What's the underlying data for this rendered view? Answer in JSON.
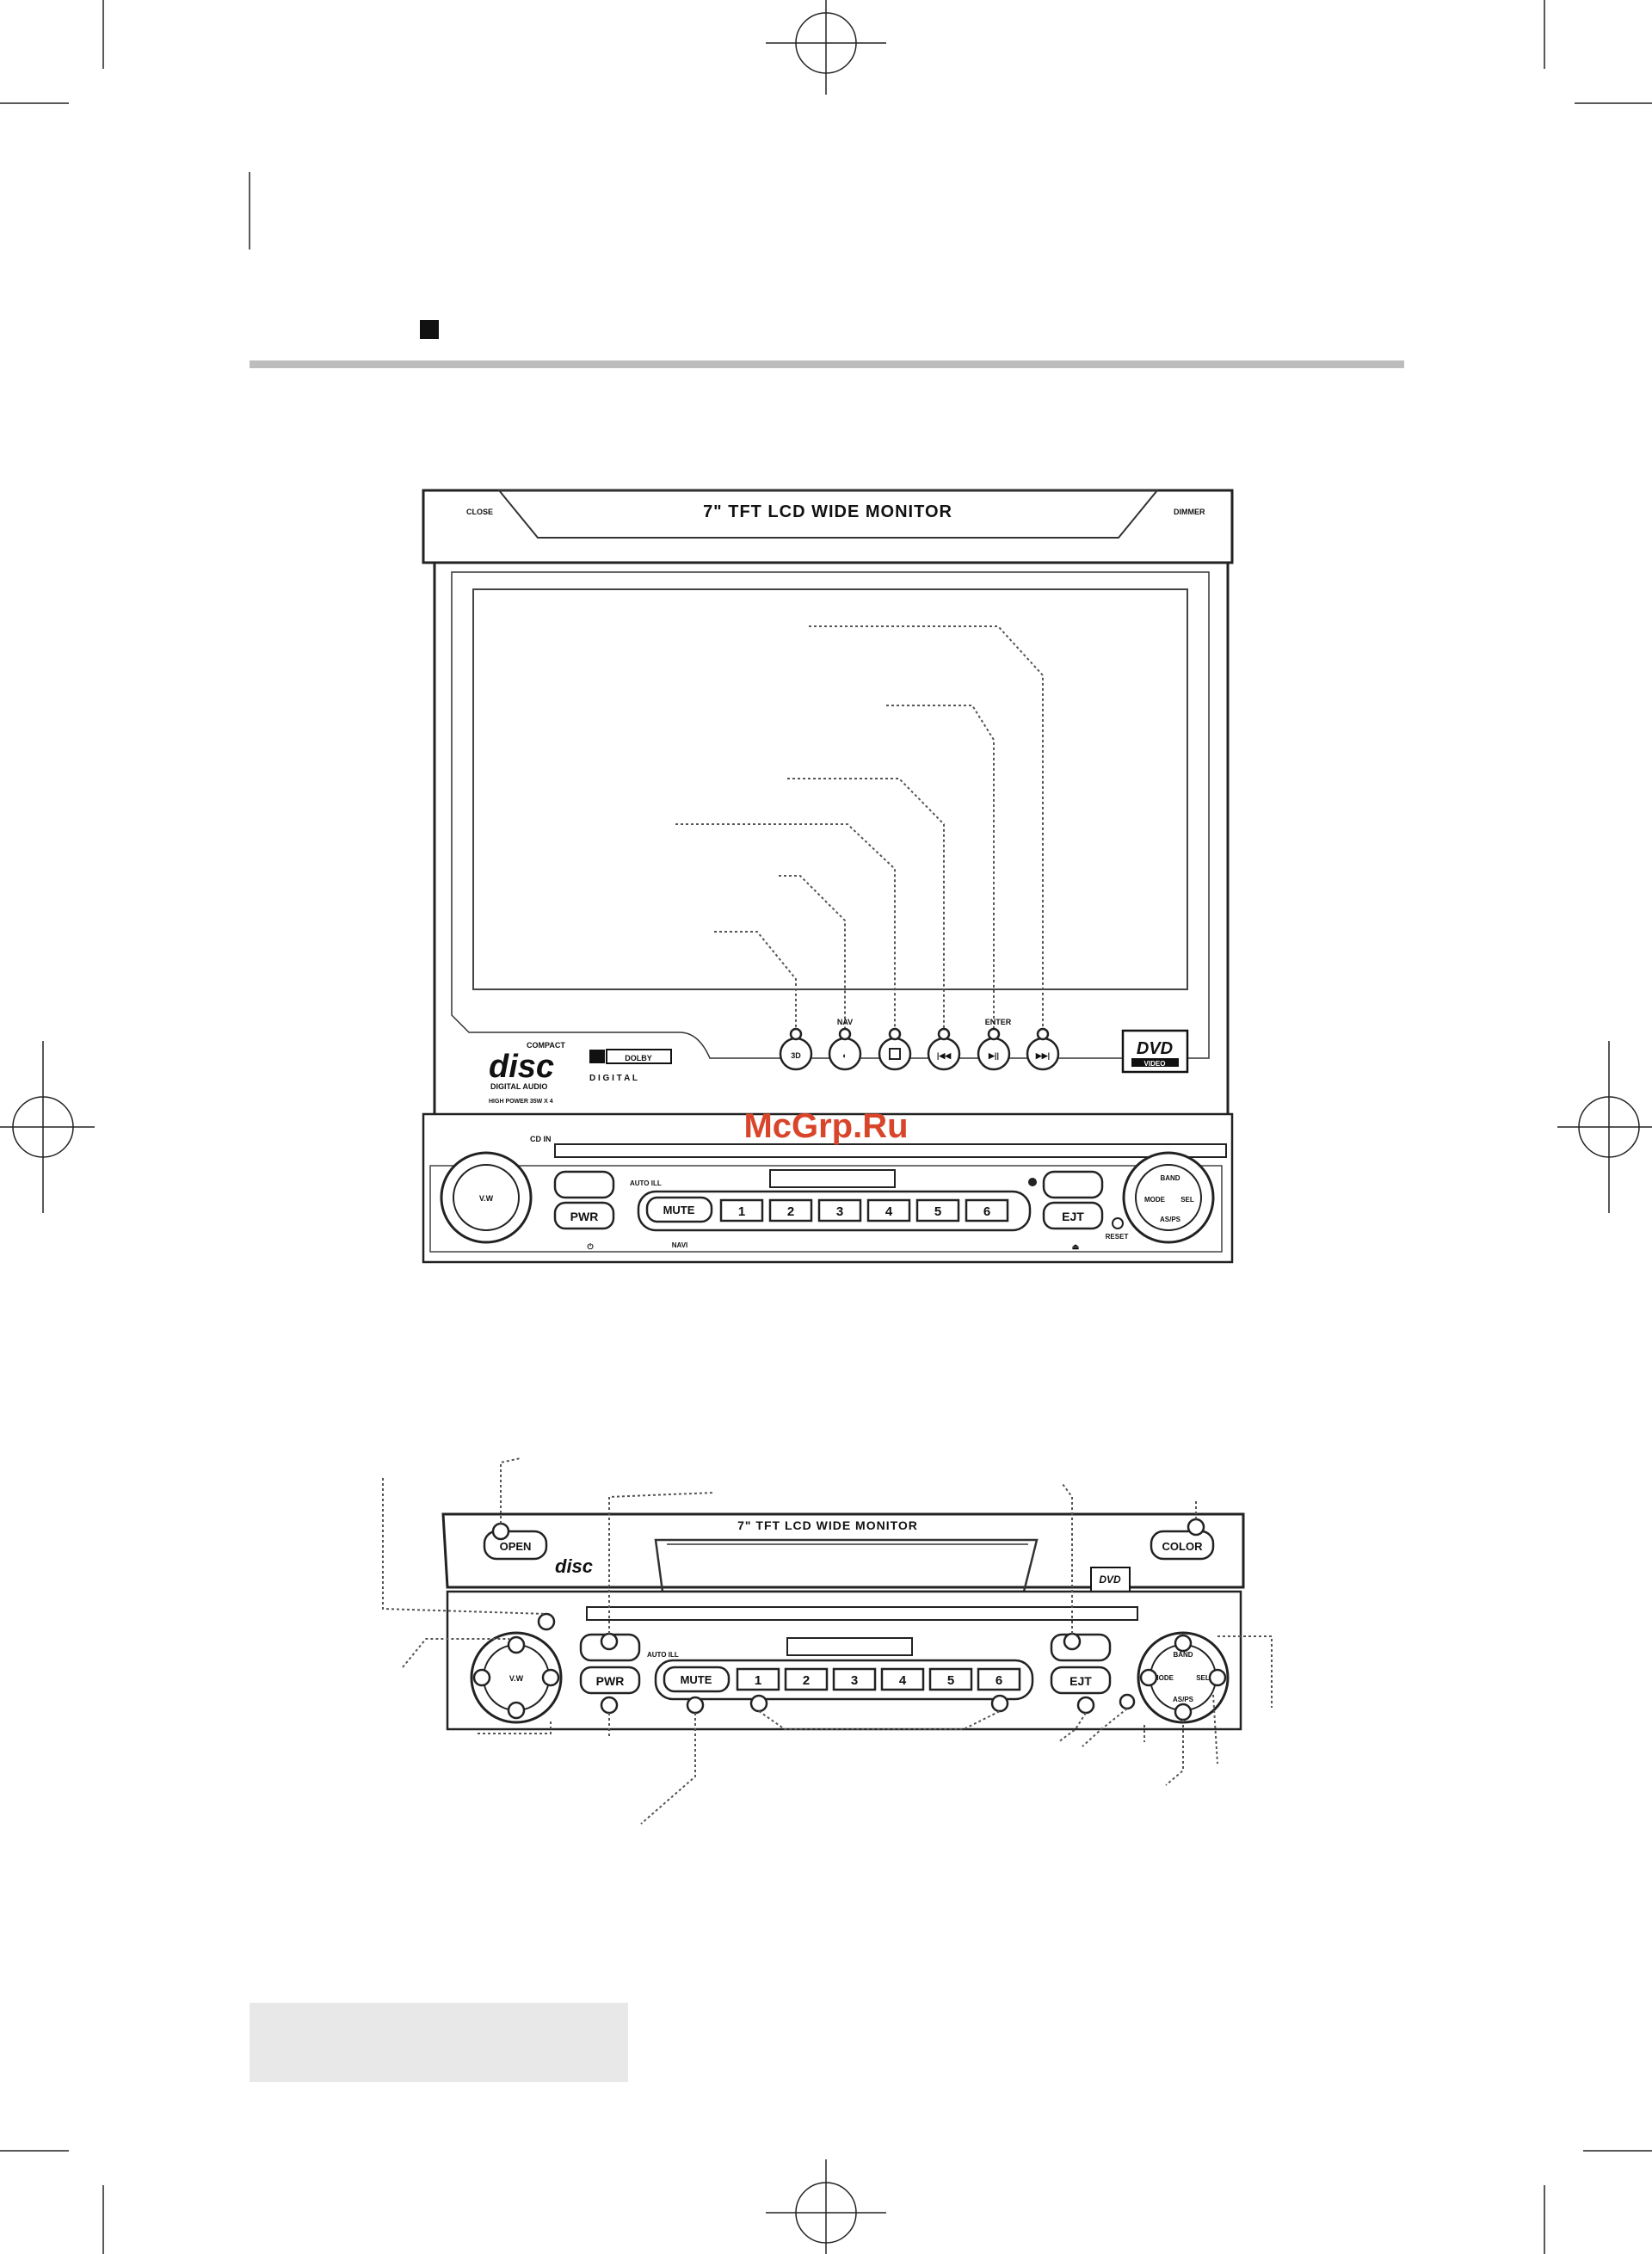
{
  "watermark": "McGrp.Ru",
  "monitor": {
    "title": "7\" TFT LCD WIDE MONITOR",
    "close_label": "CLOSE",
    "dimmer_label": "DIMMER",
    "cd_label_top": "COMPACT",
    "cd_label_main": "disc",
    "cd_label_bottom": "DIGITAL AUDIO",
    "dolby_main": "DOLBY",
    "dolby_sub": "D I G I T A L",
    "power_text": "HIGH POWER 35W X 4",
    "dvd_main": "DVD",
    "dvd_sub": "VIDEO",
    "btn_3d": "3D",
    "nav_label": "NAV",
    "enter_label": "ENTER",
    "icons": [
      "audio-icon",
      "stop-icon",
      "previous-icon",
      "play-pause-icon",
      "next-icon"
    ]
  },
  "faceplate": {
    "cd_in": "CD IN",
    "auto_ill": "AUTO ILL",
    "mute": "MUTE",
    "presets": [
      "1",
      "2",
      "3",
      "4",
      "5",
      "6"
    ],
    "pwr": "PWR",
    "ejt": "EJT",
    "reset": "RESET",
    "navi": "NAVI",
    "vw": "V.W",
    "band": "BAND",
    "mode": "MODE",
    "sel": "SEL",
    "as_ps": "AS/PS"
  },
  "closed_unit": {
    "title": "7\" TFT LCD WIDE MONITOR",
    "open_btn": "OPEN",
    "color_btn": "COLOR"
  }
}
